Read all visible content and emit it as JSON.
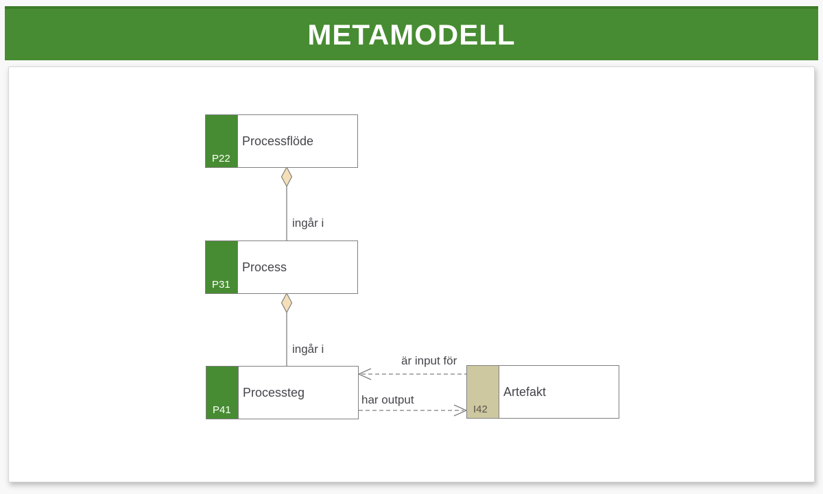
{
  "header": {
    "title": "METAMODELL"
  },
  "diagram": {
    "nodes": [
      {
        "code": "P22",
        "label": "Processflöde",
        "accent": "green"
      },
      {
        "code": "P31",
        "label": "Process",
        "accent": "green"
      },
      {
        "code": "P41",
        "label": "Processteg",
        "accent": "green"
      },
      {
        "code": "I42",
        "label": "Artefakt",
        "accent": "tan"
      }
    ],
    "edges": [
      {
        "label": "ingår i",
        "type": "aggregation",
        "from": "P31",
        "to": "P22"
      },
      {
        "label": "ingår i",
        "type": "aggregation",
        "from": "P41",
        "to": "P31"
      },
      {
        "label": "är input för",
        "type": "dependency",
        "from": "I42",
        "to": "P41"
      },
      {
        "label": "har output",
        "type": "dependency",
        "from": "P41",
        "to": "I42"
      }
    ]
  },
  "colors": {
    "green": "#478c32",
    "greenDark": "#3c7b28",
    "tan": "#cec8a1",
    "diamond": "#f4dfb9",
    "line": "#7f7f7f",
    "text": "#45444a",
    "codeDark": "#55534c"
  }
}
